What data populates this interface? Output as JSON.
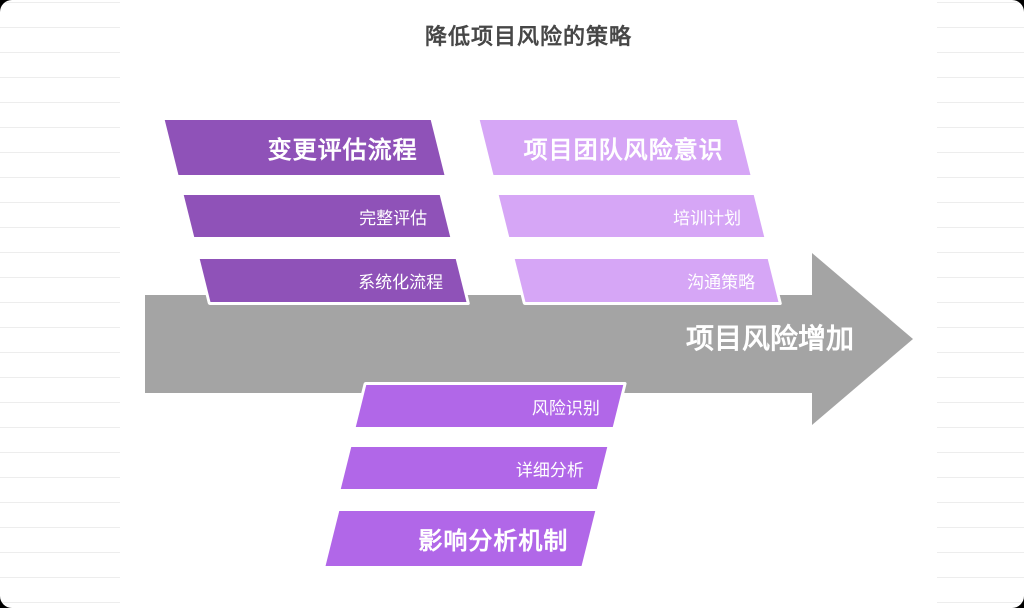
{
  "page": {
    "title": "降低项目风险的策略"
  },
  "arrow": {
    "label": "项目风险增加",
    "color": "#A4A4A4"
  },
  "groups": [
    {
      "id": "change-evaluation",
      "position": "top-left",
      "color": "#8F52B8",
      "items": [
        {
          "label": "变更评估流程",
          "type": "header"
        },
        {
          "label": "完整评估",
          "type": "row"
        },
        {
          "label": "系统化流程",
          "type": "row"
        }
      ]
    },
    {
      "id": "team-risk-awareness",
      "position": "top-right",
      "color": "#D6A6F6",
      "items": [
        {
          "label": "项目团队风险意识",
          "type": "header"
        },
        {
          "label": "培训计划",
          "type": "row"
        },
        {
          "label": "沟通策略",
          "type": "row"
        }
      ]
    },
    {
      "id": "impact-analysis",
      "position": "bottom-center",
      "color": "#B167E8",
      "items": [
        {
          "label": "风险识别",
          "type": "row"
        },
        {
          "label": "详细分析",
          "type": "row"
        },
        {
          "label": "影响分析机制",
          "type": "header"
        }
      ]
    }
  ],
  "colors": {
    "title_text": "#474747",
    "bar_text": "#FFFFFF",
    "ruled_line": "#EDEDED",
    "card_background": "#FFFFFF"
  }
}
